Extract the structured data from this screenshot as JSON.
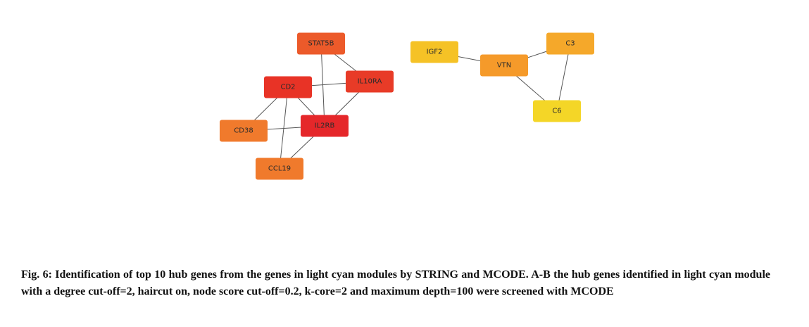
{
  "network": {
    "nodes": [
      {
        "id": "STAT5B",
        "label": "STAT5B",
        "color": "#ec5a2a"
      },
      {
        "id": "CD2",
        "label": "CD2",
        "color": "#e83326"
      },
      {
        "id": "IL10RA",
        "label": "IL10RA",
        "color": "#e83b27"
      },
      {
        "id": "CD38",
        "label": "CD38",
        "color": "#f07a2c"
      },
      {
        "id": "IL2RB",
        "label": "IL2RB",
        "color": "#e5272a"
      },
      {
        "id": "CCL19",
        "label": "CCL19",
        "color": "#f07a2c"
      },
      {
        "id": "IGF2",
        "label": "IGF2",
        "color": "#f5c226"
      },
      {
        "id": "VTN",
        "label": "VTN",
        "color": "#f59a2a"
      },
      {
        "id": "C3",
        "label": "C3",
        "color": "#f5a82a"
      },
      {
        "id": "C6",
        "label": "C6",
        "color": "#f4d627"
      }
    ],
    "edges": [
      [
        "STAT5B",
        "IL10RA"
      ],
      [
        "STAT5B",
        "IL2RB"
      ],
      [
        "CD2",
        "IL10RA"
      ],
      [
        "CD2",
        "IL2RB"
      ],
      [
        "CD2",
        "CD38"
      ],
      [
        "CD2",
        "CCL19"
      ],
      [
        "IL10RA",
        "IL2RB"
      ],
      [
        "CD38",
        "IL2RB"
      ],
      [
        "IL2RB",
        "CCL19"
      ],
      [
        "IGF2",
        "VTN"
      ],
      [
        "VTN",
        "C3"
      ],
      [
        "VTN",
        "C6"
      ],
      [
        "C3",
        "C6"
      ]
    ]
  },
  "caption": {
    "text": "Fig. 6: Identification of top 10 hub genes from the genes in light cyan modules by STRING and MCODE. A-B the hub genes identified in light cyan module with a degree cut-off=2, haircut on, node score cut-off=0.2, k-core=2 and maximum depth=100 were screened with MCODE"
  }
}
